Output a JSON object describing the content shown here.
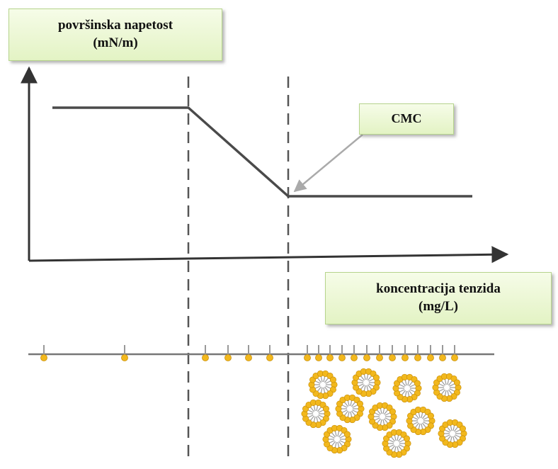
{
  "diagram": {
    "y_axis_label_line1": "površinska napetost",
    "y_axis_label_line2": "(mN/m)",
    "cmc_label": "CMC",
    "x_axis_label_line1": "koncentracija  tenzida",
    "x_axis_label_line2": "(mg/L)"
  },
  "colors": {
    "curve": "#4a4a4a",
    "axis": "#333333",
    "dashed_line": "#555555",
    "molecule_head": "#f2b81d",
    "molecule_tail": "#999999",
    "label_box_fill": "#e3f3c4",
    "label_box_border": "#b6d48c",
    "arrow": "#aaaaaa"
  },
  "icons": {
    "micelle": "micelle-icon",
    "surfactant_molecule": "surfactant-molecule-icon"
  }
}
